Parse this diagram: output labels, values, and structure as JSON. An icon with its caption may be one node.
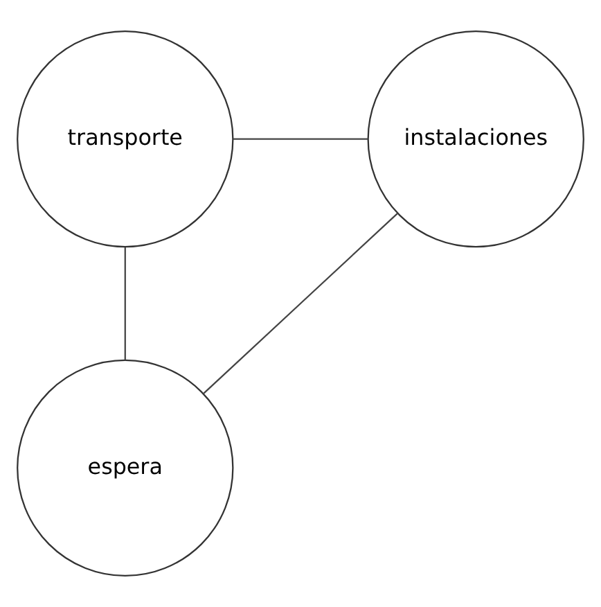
{
  "diagram": {
    "nodes": [
      {
        "text": [
          "transporte"
        ]
      },
      {
        "text": [
          "instalaciones"
        ]
      },
      {
        "text": [
          "espera"
        ]
      }
    ],
    "edges": [
      {
        "from": 0,
        "to": 1,
        "arrow": "none"
      },
      {
        "from": 0,
        "to": 2,
        "arrow": "none"
      },
      {
        "from": 1,
        "to": 2,
        "arrow": "none"
      }
    ]
  }
}
